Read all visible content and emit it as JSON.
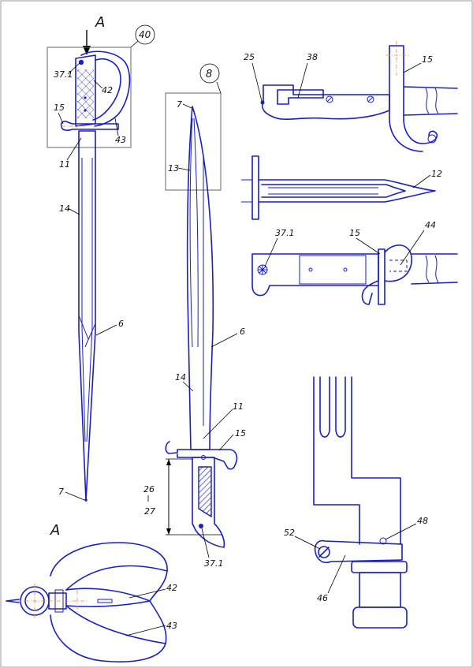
{
  "view_marker": "A",
  "section_title": "A",
  "labels": {
    "n40": "40",
    "n8": "8",
    "n37_1_top": "37.1",
    "n42_top": "42",
    "n15_left": "15",
    "n43_top": "43",
    "n11_left": "11",
    "n14_left": "14",
    "n6_left": "6",
    "n7_left": "7",
    "n7_mid": "7",
    "n13": "13",
    "n6_mid": "6",
    "n14_mid": "14",
    "n11_mid": "11",
    "n15_mid": "15",
    "n26": "26",
    "n27": "27",
    "n37_1_mid": "37.1",
    "n25": "25",
    "n38": "38",
    "n15_tr": "15",
    "n12": "12",
    "n37_1_r": "37.1",
    "n15_r": "15",
    "n44": "44",
    "n52": "52",
    "n48": "48",
    "n46": "46",
    "n42_bot": "42",
    "n43_bot": "43"
  }
}
